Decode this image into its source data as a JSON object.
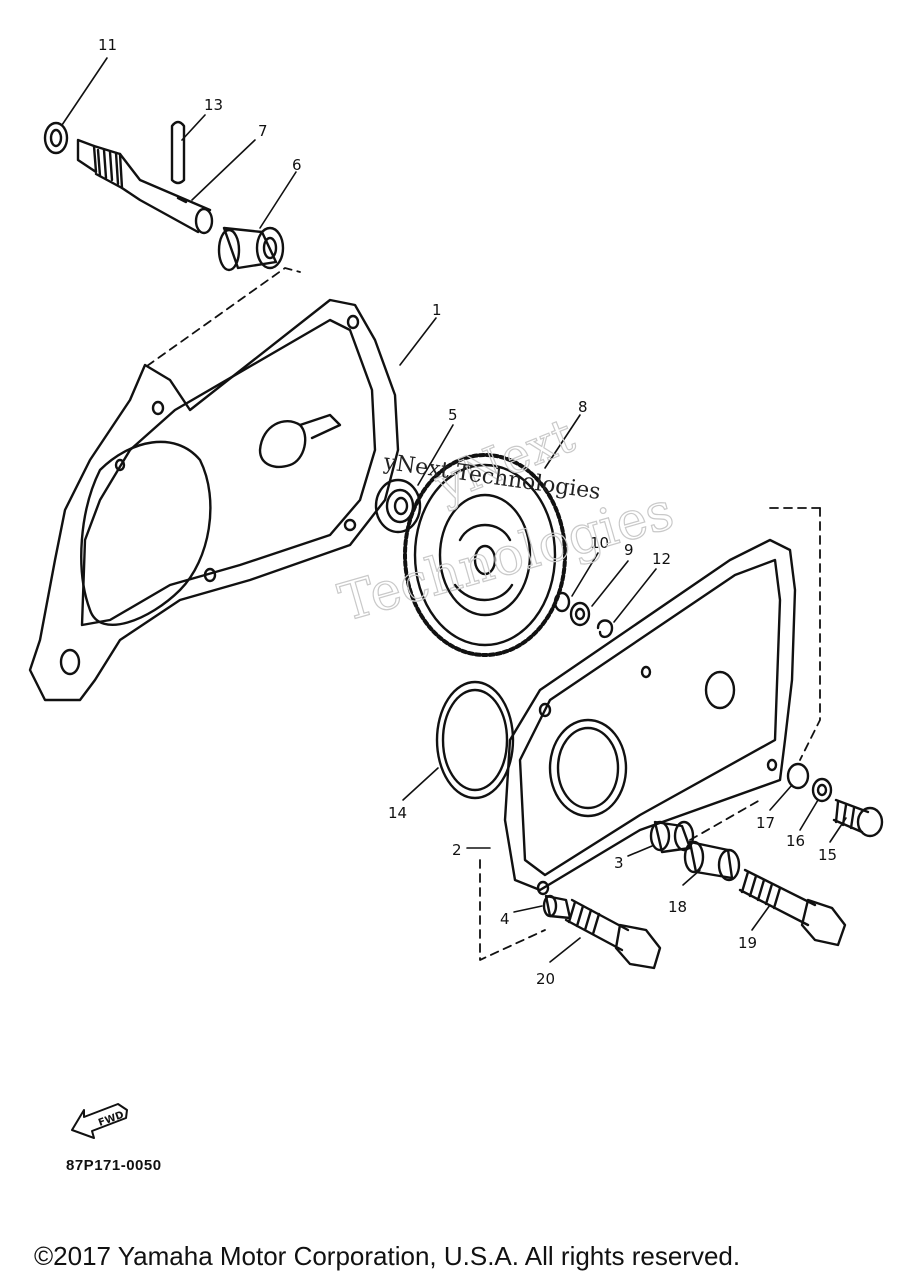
{
  "diagram": {
    "callouts": [
      "1",
      "2",
      "3",
      "4",
      "5",
      "6",
      "7",
      "8",
      "9",
      "10",
      "11",
      "12",
      "13",
      "14",
      "15",
      "16",
      "17",
      "18",
      "19",
      "20"
    ],
    "watermark": {
      "line1": "yNext",
      "line2": "Technologies",
      "small": "yNext Technologies"
    },
    "arrow_label": "FWD"
  },
  "footer": {
    "code": "87P171-0050",
    "copyright": "©2017 Yamaha Motor Corporation, U.S.A. All rights reserved."
  }
}
